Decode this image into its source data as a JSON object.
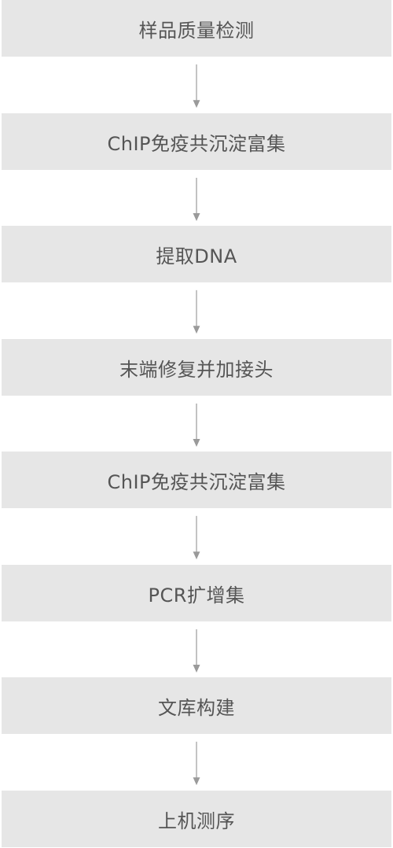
{
  "colors": {
    "box_fill": "#e6e6e6",
    "text": "#555555",
    "arrow": "#9a9a9a"
  },
  "steps": [
    {
      "label": "样品质量检测"
    },
    {
      "label": "ChIP免疫共沉淀富集"
    },
    {
      "label": "提取DNA"
    },
    {
      "label": "末端修复并加接头"
    },
    {
      "label": "ChIP免疫共沉淀富集"
    },
    {
      "label": "PCR扩增集"
    },
    {
      "label": "文库构建"
    },
    {
      "label": "上机测序"
    }
  ]
}
